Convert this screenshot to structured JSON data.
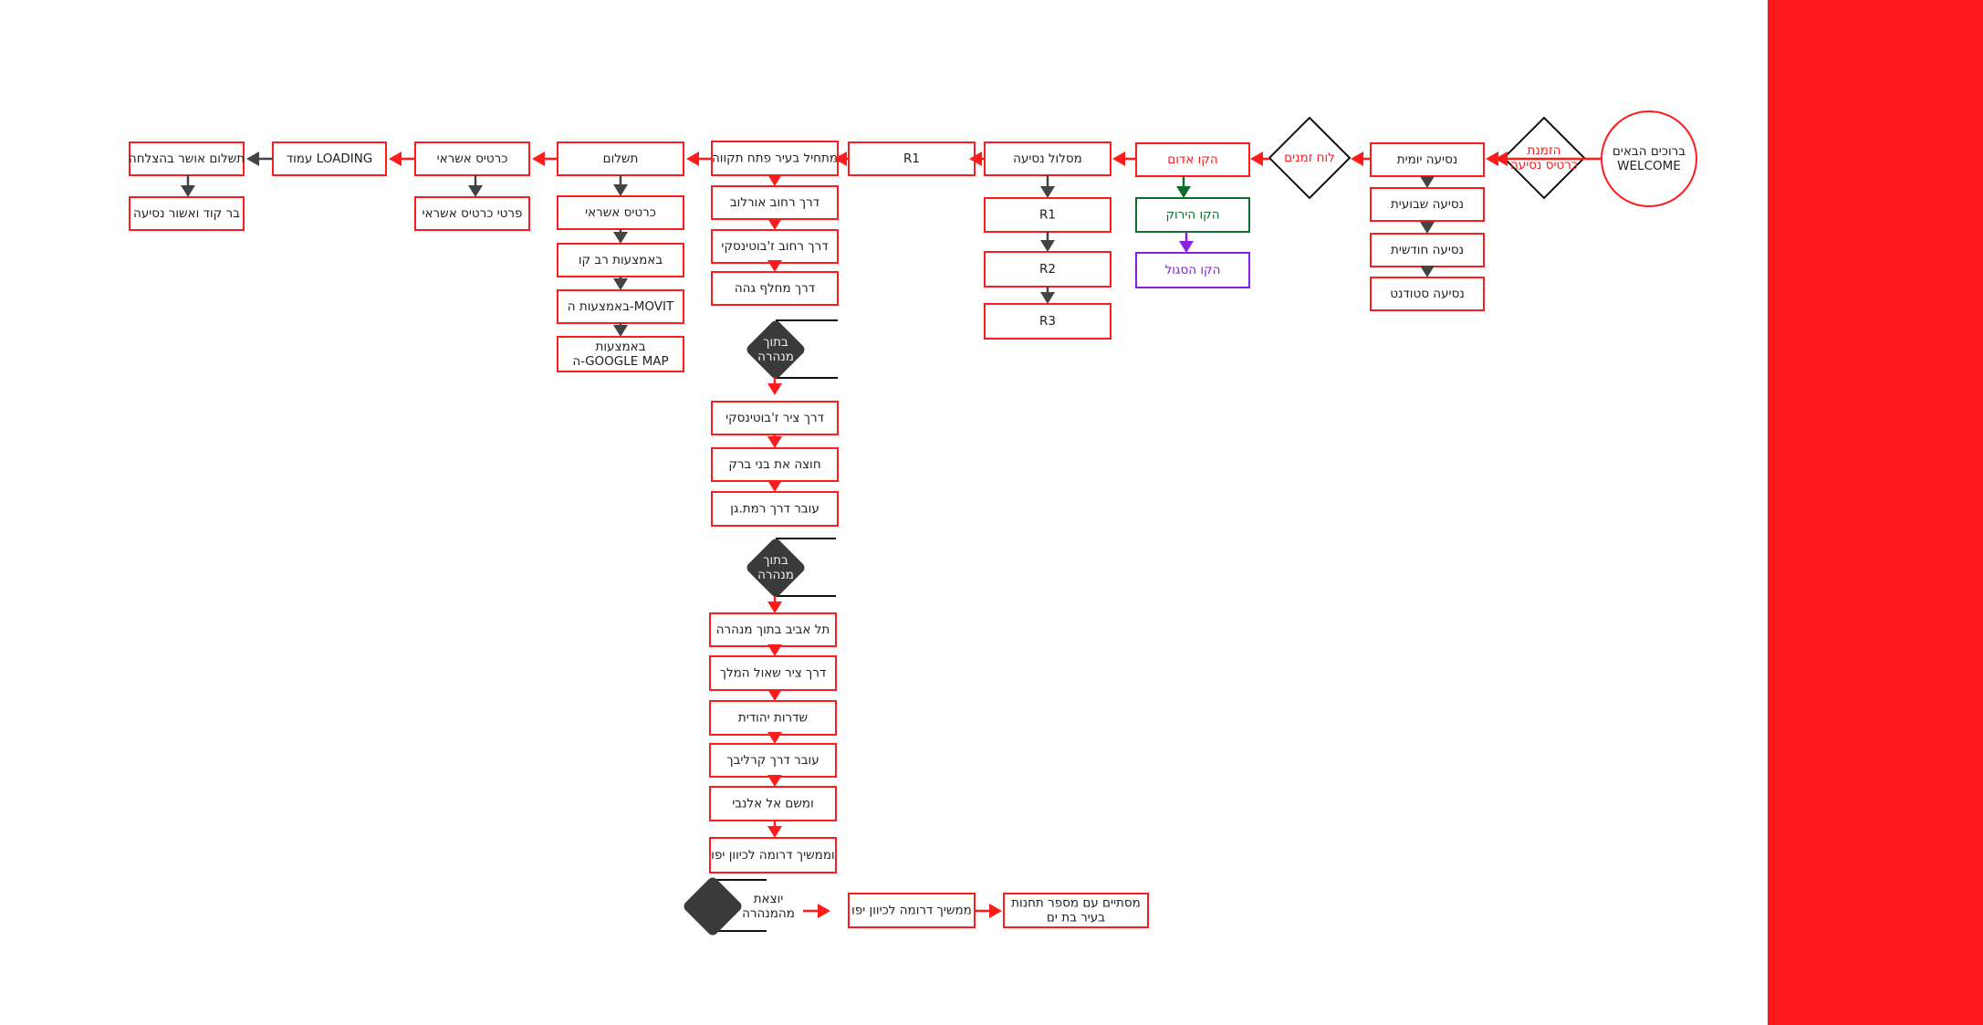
{
  "colors": {
    "red": "#ff1b1b",
    "dark": "#444444",
    "green": "#0f6e2e",
    "purple": "#8a1ee6",
    "diamond_fill": "#3a3a3a",
    "black": "#111111"
  },
  "nodes": {
    "welcome": [
      "ברוכים הבאים",
      "WELCOME"
    ],
    "order_ticket": [
      "הזמנת",
      "כרטיס נסיעה"
    ],
    "daily_ride": "נסיעה יומית",
    "weekly_ride": "נסיעה שבועית",
    "monthly_ride": "נסיעה חודשית",
    "student_ride": "נסיעה סטודנט",
    "timetable": "לוח זמנים",
    "red_line": "הקו אדום",
    "green_line": "הקו הירוק",
    "purple_line": "הקו הסגול",
    "ride_route": "מסלול נסיעה",
    "route_r1_main": "R1",
    "route_r1": "R1",
    "route_r2": "R2",
    "route_r3": "R3",
    "start_petah_tikva": "מתחיל בעיר פתח תקווה",
    "derech_ruchov_orlov": "דרך רחוב אורלוב",
    "derech_ruchov_jabotinsky": "דרך רחוב ז'בוטינסקי",
    "derech_machlef_geha": "דרך מחלף גהה",
    "underground_1": [
      "בתוך",
      "מנהרה"
    ],
    "derech_tzir_jabotinsky": "דרך ציר ז'בוטינסקי",
    "crosses_bnei_brak": "חוצה את בני ברק",
    "passes_ramat_gan": "עובר דרך רמת.גן",
    "underground_2": [
      "בתוך",
      "מנהרה"
    ],
    "tel_aviv_tunnel": "תל אביב בתוך מנהרה",
    "derech_shaul_hamelech": "דרך ציר  שאול המלך",
    "sderot_yehudit": "שדרות יהודית",
    "passes_carlebach": "עובר דרך קרליבך",
    "to_allenby": "ומשם אל אלנבי",
    "south_jaffa": "וממשיך דרומה לכיוון יפו",
    "exits_tunnel": [
      "יוצאת",
      "מהמנהרה"
    ],
    "continues_south_jaffa": "ממשיך דרומה לכיוון יפו",
    "ends_bat_yam": [
      "מסתיים עם מספר תחנות",
      "בעיר בת ים"
    ],
    "payment": "תשלום",
    "credit_card": "כרטיס אשראי",
    "pay_rav_kav": "באמצעות רב קו",
    "pay_movit": "באמצעות ה-MOVIT",
    "pay_google_map": [
      "באמצעות",
      "ה-GOOGLE MAP"
    ],
    "credit_card_2": "כרטיס אשראי",
    "credit_card_details": "פרטי כרטיס אשראי",
    "loading_page": "עמוד LOADING",
    "payment_success": "תשלום אושר בהצלחה",
    "barcode_confirm": "בר קוד ואשור נסיעה"
  }
}
